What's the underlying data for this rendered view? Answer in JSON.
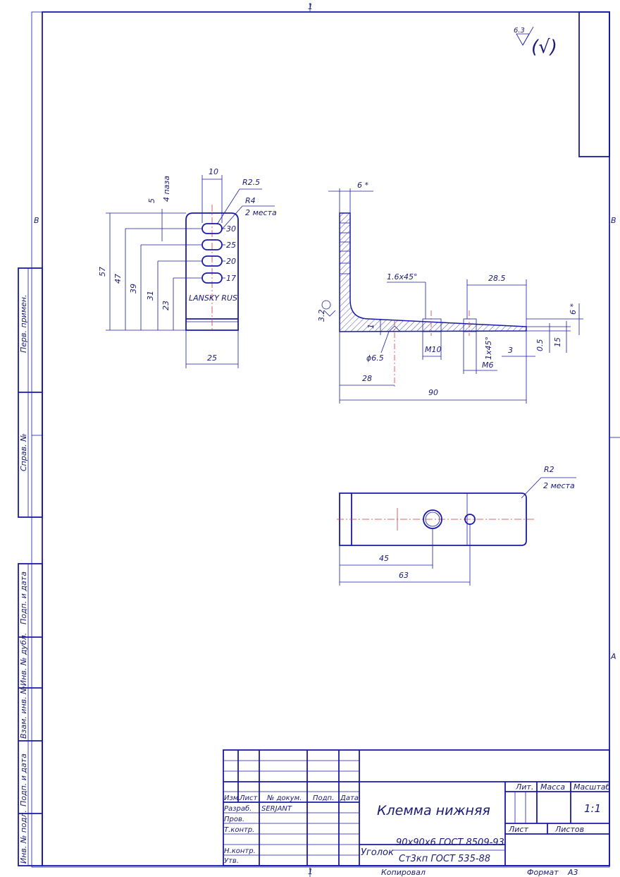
{
  "sheet": {
    "zone_marks": {
      "top": "1",
      "bottom": "1",
      "left_b": "В",
      "right_b": "В",
      "right_a": "А"
    },
    "roughness": {
      "value": "6.3",
      "check": "(√)"
    }
  },
  "side_strip": {
    "perv_primen": "Перв. примен.",
    "sprav_no": "Справ. №",
    "podp_data_1": "Подп. и дата",
    "inv_dubl": "Инв. № дубл.",
    "vzam_inv": "Взам. инв. №",
    "podp_data_2": "Подп. и дата",
    "inv_podl": "Инв. № подл."
  },
  "view_left": {
    "dim_10": "10",
    "dim_r25": "R2.5",
    "dim_r4": "R4",
    "note_2_mesta": "2 места",
    "dim_5": "5",
    "note_4_paza": "4 паза",
    "dim_57": "57",
    "dim_47": "47",
    "dim_39": "39",
    "dim_31": "31",
    "dim_23": "23",
    "dim_25": "25",
    "slot_labels": [
      "30",
      "25",
      "20",
      "17"
    ],
    "engraving": "LANSKY RUS"
  },
  "view_right": {
    "dim_6_top": "6 *",
    "dim_chamfer": "1.6x45°",
    "dim_28_5": "28.5",
    "dim_32": "3.2",
    "dim_6_right": "6 *",
    "dim_1": "1",
    "dim_m10": "M10",
    "dim_1x45": "1x45°",
    "dim_0_5": "0.5",
    "dim_15": "15",
    "dim_phi65": "ϕ6.5",
    "dim_m6": "M6",
    "dim_3": "3",
    "dim_28": "28",
    "dim_90": "90"
  },
  "view_bottom": {
    "dim_r2": "R2",
    "note_2_mesta": "2 места",
    "dim_45": "45",
    "dim_63": "63"
  },
  "title_block": {
    "col_izm": "Изм.",
    "col_list": "Лист",
    "col_no_dokum": "№ докум.",
    "col_podp": "Подп.",
    "col_data": "Дата",
    "row_razrab": "Разраб.",
    "razrab_name": "SERJANT",
    "row_prov": "Пров.",
    "row_tkontr": "Т.контр.",
    "row_nkontr": "Н.контр.",
    "row_utv": "Утв.",
    "title": "Клемма нижняя",
    "lit": "Лит.",
    "massa": "Масса",
    "masshtab": "Масштаб",
    "scale_value": "1:1",
    "list": "Лист",
    "listov": "Листов",
    "material_prefix": "Уголок",
    "material_top": "90х90х6 ГОСТ 8509-93",
    "material_bottom": "Ст3кп ГОСТ 535-88",
    "kopiroval": "Копировал",
    "format": "Формат",
    "format_value": "А3"
  }
}
